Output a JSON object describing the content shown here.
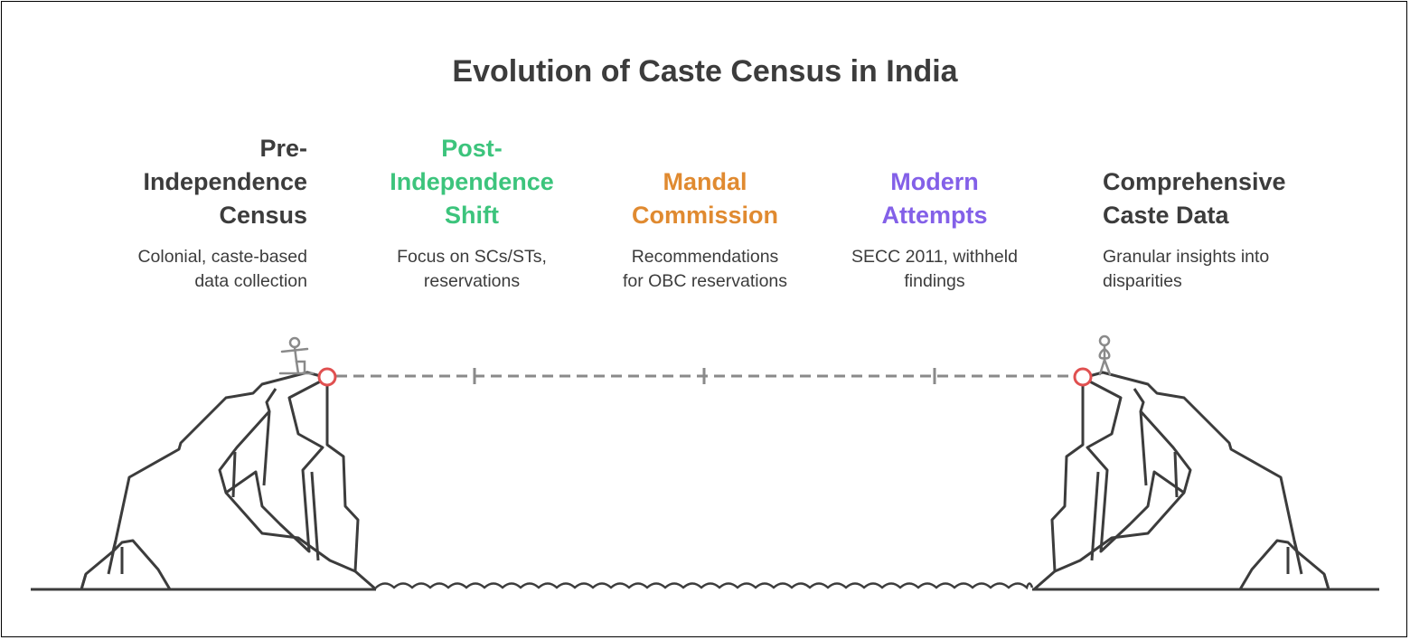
{
  "title": "Evolution of Caste Census in India",
  "stages": [
    {
      "heading_lines": [
        "Pre-",
        "Independence",
        "Census"
      ],
      "description_lines": [
        "Colonial, caste-based",
        "data collection"
      ],
      "color": "#3c3c3c"
    },
    {
      "heading_lines": [
        "Post-",
        "Independence",
        "Shift"
      ],
      "description_lines": [
        "Focus on SCs/STs,",
        "reservations"
      ],
      "color": "#3cc47c"
    },
    {
      "heading_lines": [
        "Mandal",
        "Commission"
      ],
      "description_lines": [
        "Recommendations",
        "for OBC reservations"
      ],
      "color": "#e08a30"
    },
    {
      "heading_lines": [
        "Modern",
        "Attempts"
      ],
      "description_lines": [
        "SECC 2011, withheld",
        "findings"
      ],
      "color": "#8360e8"
    },
    {
      "heading_lines": [
        "Comprehensive",
        "Caste Data"
      ],
      "description_lines": [
        "Granular insights into",
        "disparities"
      ],
      "color": "#3c3c3c"
    }
  ],
  "colors": {
    "line": "#3c3c3c",
    "dash": "#8a8a8a",
    "marker": "#e05050",
    "figure": "#8a8a8a"
  },
  "icons": {
    "left_figure": "stick-figure-icon",
    "right_figure": "stick-figure-icon",
    "endpoint": "circle-marker-icon"
  }
}
